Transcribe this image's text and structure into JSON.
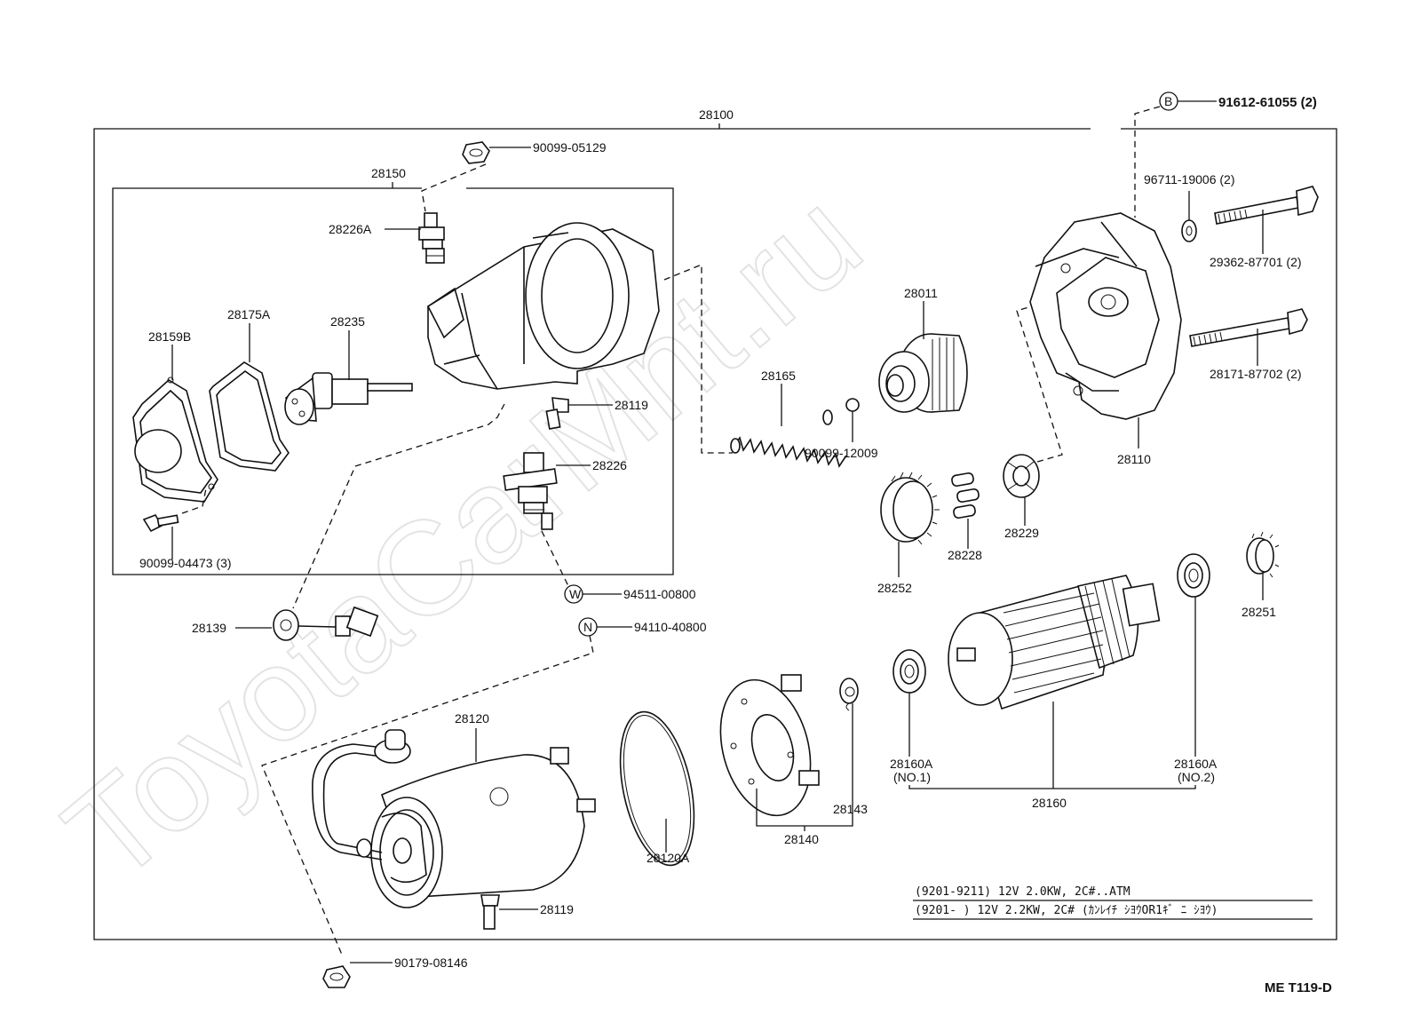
{
  "watermark": "ToyotaCarMnt.ru",
  "doc_code": "ME T119-D",
  "assembly": {
    "starter": "28100",
    "housing_assy": "28150"
  },
  "callouts": {
    "p_90099_05129": "90099-05129",
    "p_28226A": "28226A",
    "p_28175A": "28175A",
    "p_28159B": "28159B",
    "p_28235": "28235",
    "p_28119_top": "28119",
    "p_28226": "28226",
    "p_90099_04473": "90099-04473 (3)",
    "p_28139": "28139",
    "p_94511": "94511-00800",
    "p_94110": "94110-40800",
    "p_28120": "28120",
    "p_28119_bottom": "28119",
    "p_90179": "90179-08146",
    "p_28120A": "28120A",
    "p_28140": "28140",
    "p_28143": "28143",
    "p_28165": "28165",
    "p_90099_12009": "90099-12009",
    "p_28011": "28011",
    "p_28252": "28252",
    "p_28228": "28228",
    "p_28229": "28229",
    "p_28110": "28110",
    "p_91612": "91612-61055 (2)",
    "p_96711": "96711-19006 (2)",
    "p_29362": "29362-87701 (2)",
    "p_28171": "28171-87702 (2)",
    "p_28160A_1": "28160A",
    "p_28160A_1_sub": "(NO.1)",
    "p_28160A_2": "28160A",
    "p_28160A_2_sub": "(NO.2)",
    "p_28160": "28160",
    "p_28251": "28251"
  },
  "markers": {
    "b": "B",
    "w": "W",
    "n": "N"
  },
  "notes": {
    "line1": "(9201-9211)  12V  2.0KW, 2C#..ATM",
    "line2": "(9201-     )  12V  2.2KW, 2C# (ｶﾝﾚｲﾁ ｼﾖｳOR1ｷﾞ ﾆ ｼﾖｳ)"
  }
}
